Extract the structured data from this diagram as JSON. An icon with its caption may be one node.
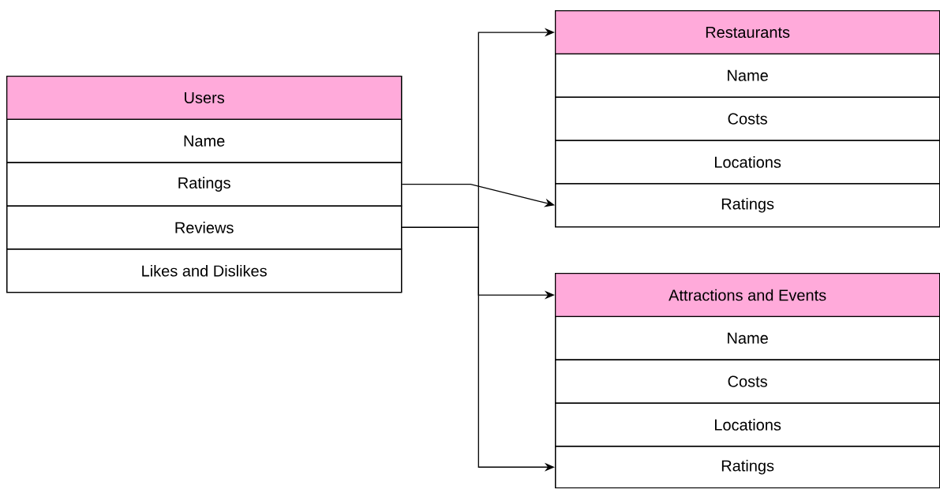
{
  "diagram": {
    "nodes": [
      {
        "text": [],
        "shape": "box"
      },
      {
        "text": [
          "Users"
        ],
        "in": 0
      },
      {
        "text": [
          "Name"
        ],
        "in": 0
      },
      {
        "text": [
          "Ratings"
        ],
        "in": 0
      },
      {
        "text": [
          "Reviews"
        ],
        "in": 0
      },
      {
        "text": [
          "Likes and Dislikes"
        ],
        "in": 0
      },
      {
        "text": [],
        "shape": "box"
      },
      {
        "text": [
          "Restaurants"
        ],
        "in": 6
      },
      {
        "text": [
          "Name"
        ],
        "in": 6
      },
      {
        "text": [
          "Costs"
        ],
        "in": 6
      },
      {
        "text": [
          "Locations"
        ],
        "in": 6
      },
      {
        "text": [
          "Ratings"
        ],
        "in": 6
      },
      {
        "text": [],
        "shape": "box"
      },
      {
        "text": [
          "Attractions and Events"
        ],
        "in": 12
      },
      {
        "text": [
          "Name"
        ],
        "in": 12
      },
      {
        "text": [
          "Costs"
        ],
        "in": 12
      },
      {
        "text": [
          "Locations"
        ],
        "in": 12
      },
      {
        "text": [
          "Ratings"
        ],
        "in": 12
      }
    ],
    "edges": [
      {
        "from": 3,
        "to": 11,
        "arrow": "to"
      },
      {
        "from": 4,
        "to": 7,
        "arrow": "to"
      },
      {
        "from": 4,
        "to": 13,
        "arrow": "to"
      },
      {
        "from": 4,
        "to": 17,
        "arrow": "to"
      }
    ]
  }
}
